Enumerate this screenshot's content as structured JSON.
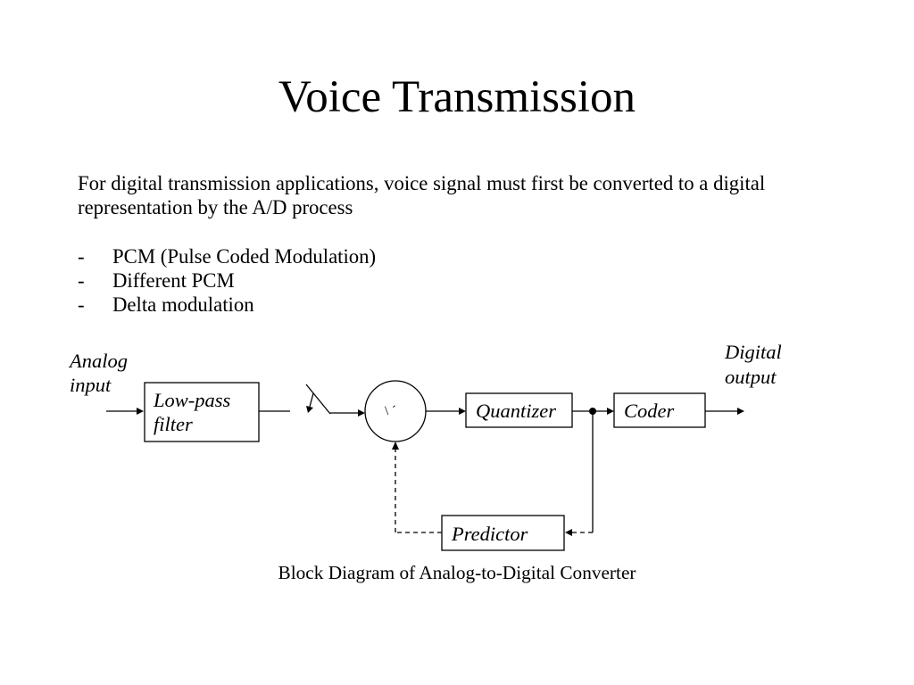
{
  "slide": {
    "title": "Voice Transmission",
    "intro_lines": [
      "For digital transmission applications, voice signal must first be converted to a digital",
      "representation by the A/D process"
    ],
    "bullets": [
      {
        "marker": "-",
        "text": "PCM (Pulse Coded Modulation)"
      },
      {
        "marker": "-",
        "text": "Different PCM"
      },
      {
        "marker": "-",
        "text": "Delta modulation"
      }
    ]
  },
  "diagram": {
    "input_label": [
      "Analog",
      "input"
    ],
    "output_label": [
      "Digital",
      "output"
    ],
    "blocks": {
      "low_pass_filter": [
        "Low-pass",
        "filter"
      ],
      "summer_symbol": "\\ ´",
      "quantizer": "Quantizer",
      "coder": "Coder",
      "predictor": "Predictor"
    },
    "caption": "Block Diagram of Analog-to-Digital Converter"
  },
  "colors": {
    "background": "#ffffff",
    "text": "#000000",
    "line": "#000000"
  }
}
